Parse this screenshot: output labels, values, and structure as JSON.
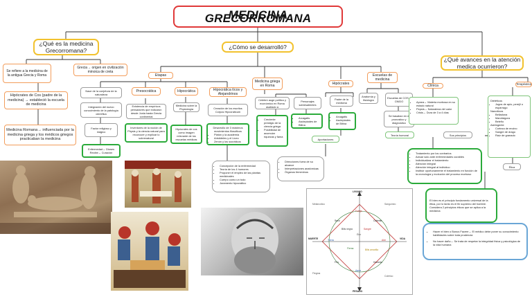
{
  "title": "MEDICINA GRECORROMANA",
  "questions": {
    "what": "¿Qué es la medicina Grecorromana?",
    "how": "¿Cómo se desarrolló?",
    "advances": "¿Qué avances en la atención medica ocurrieron?"
  },
  "left": {
    "def1": "Se refiere a la medicina de la antigua Grecia y Roma",
    "def2": "Grecia→ origen en civilización minoica de creta",
    "hip": "Hipócrates de Cos (padre de la medicina) → estableció la escuela de medicina",
    "roman": "Medicina Romana→ influenciada por la medicina griega y los médicos griegos practicaban la medicina"
  },
  "etapas": {
    "label": "Etapas",
    "cols": [
      {
        "head": "Nace de la conjetura de la naturaleza",
        "items": [
          "Integración del nuevo conocimiento de la patología científica",
          "Factor religioso y mágico",
          "Enfermedad→ Dioses Recibir→ Curación"
        ]
      },
      {
        "head": "Presocrática",
        "items": [
          "Existencia de empíricos pensadores que indicaron desde Jonia hasta Grecia continental",
          "Inventores de la noción de Physis y la ciencia natural para reconocer y explicar lo sobrenatural"
        ]
      },
      {
        "head": "Hipocrática",
        "items": [
          "Medicina sobre la Physiología",
          "Hipócrates de cos como imagen relevante de los escuelas médicas"
        ]
      },
      {
        "head": "Hipocrática tícos y Alejandrinos",
        "items": [
          "Creación de los escritos Corpus Hipocraticum",
          "Desarrollo de 3 máximos movimientos filosóficos",
          "Platón y la academia",
          "Aristóteles y el Liceo",
          "Zenón y los socráticos"
        ]
      }
    ],
    "phil_bullets": [
      "Platón y la academia",
      "Aristóteles y el Liceo",
      "Zenón y los socráticos"
    ],
    "concepcion": [
      "Concepción de la enfermedad",
      "Teoría de los 4 humores",
      "Proponer el empleo de las plantas medicinales",
      "Cuerpo como un todo",
      "Juramento hipocrático"
    ]
  },
  "griega": {
    "label": "Medicina griega en Roma",
    "c1": "Celebró auge político y económico en Roma asaltado a",
    "c1_items": [
      "Creciente prestigio de la ciencia griega",
      "Posibilidad de acumular riquezas y fama"
    ],
    "c2": "Personajes sobresalientes",
    "c2_items": [
      "Arcagatis",
      "Asclepiades de Bitina"
    ]
  },
  "hipocrates": {
    "label": "Hipócrates",
    "c1": "Padre de la medicina",
    "c1_items": [
      "Arcagatis",
      "Asclepiades de Bitina"
    ],
    "aport": "Aportaciones",
    "aport_items": [
      "Direcciones fuera de su alcance",
      "Interpretaciones anatómicas",
      "Órganos femeninos"
    ]
  },
  "escuelas": {
    "label": "Escuelas de medicina",
    "c1": "Anatomía y fisiología",
    "c2": "Escuelas de COS y CNIDO",
    "c2_sub": "Se basaban en el pronostico y diagnostico",
    "teoria": "Teoría humoral"
  },
  "clinica": {
    "label": "Clínica",
    "items": [
      "Apnea→ Materia morbosa en su estado natural",
      "Pepsis→ Naturaleza del calor",
      "Crisis→ Dura de 3 a 4 días"
    ]
  },
  "terapeutica": {
    "label": "Terapéutica",
    "items": [
      "Dietéticos",
      "Jugos de apio, perejil o esparrago",
      "Narcóticos",
      "Belladona",
      "Mandrágora",
      "Beleño",
      "Astringente",
      "Corteza de encino",
      "Sangre de drago",
      "Raíz de granado"
    ]
  },
  "principios": {
    "label": "Sus principios",
    "items": [
      "Tratamiento por los contrarios",
      "Actuar solo ante enfermedades curables",
      "Individualizar el tratamiento",
      "Atención integral",
      "Atención integral al individuo",
      "Instituir oportunamente el tratamiento en función de la cronología y evolución del proceso morboso"
    ]
  },
  "etica": {
    "label": "Ética",
    "text": "El bien es el principio fundamento universal de la ética, por lo tanto es el fin supremo del hombre. Considera 2 principios éticos que se aplica a la medicina",
    "items": [
      "Hacer el bien o Bonus Facere→ El médico debe poner su conocimiento habilidades sobre toda prudencia",
      "No hacer daño→ Se trata de respetar la integridad física y psicológica de la vida humana"
    ]
  },
  "cosmos": {
    "top": "LIVIANO",
    "bottom": "PESADO",
    "left": "MUERTE",
    "right": "VIDA",
    "center": "Éter",
    "words": [
      "Fuego",
      "Aire",
      "Agua",
      "Tierra",
      "Caliente",
      "Frío",
      "Seco",
      "Húmedo",
      "Flema",
      "Sangre",
      "Bilis amarilla",
      "Bilis negra",
      "Flegma",
      "Sanguíneo",
      "Colérico",
      "Melancólico"
    ]
  }
}
